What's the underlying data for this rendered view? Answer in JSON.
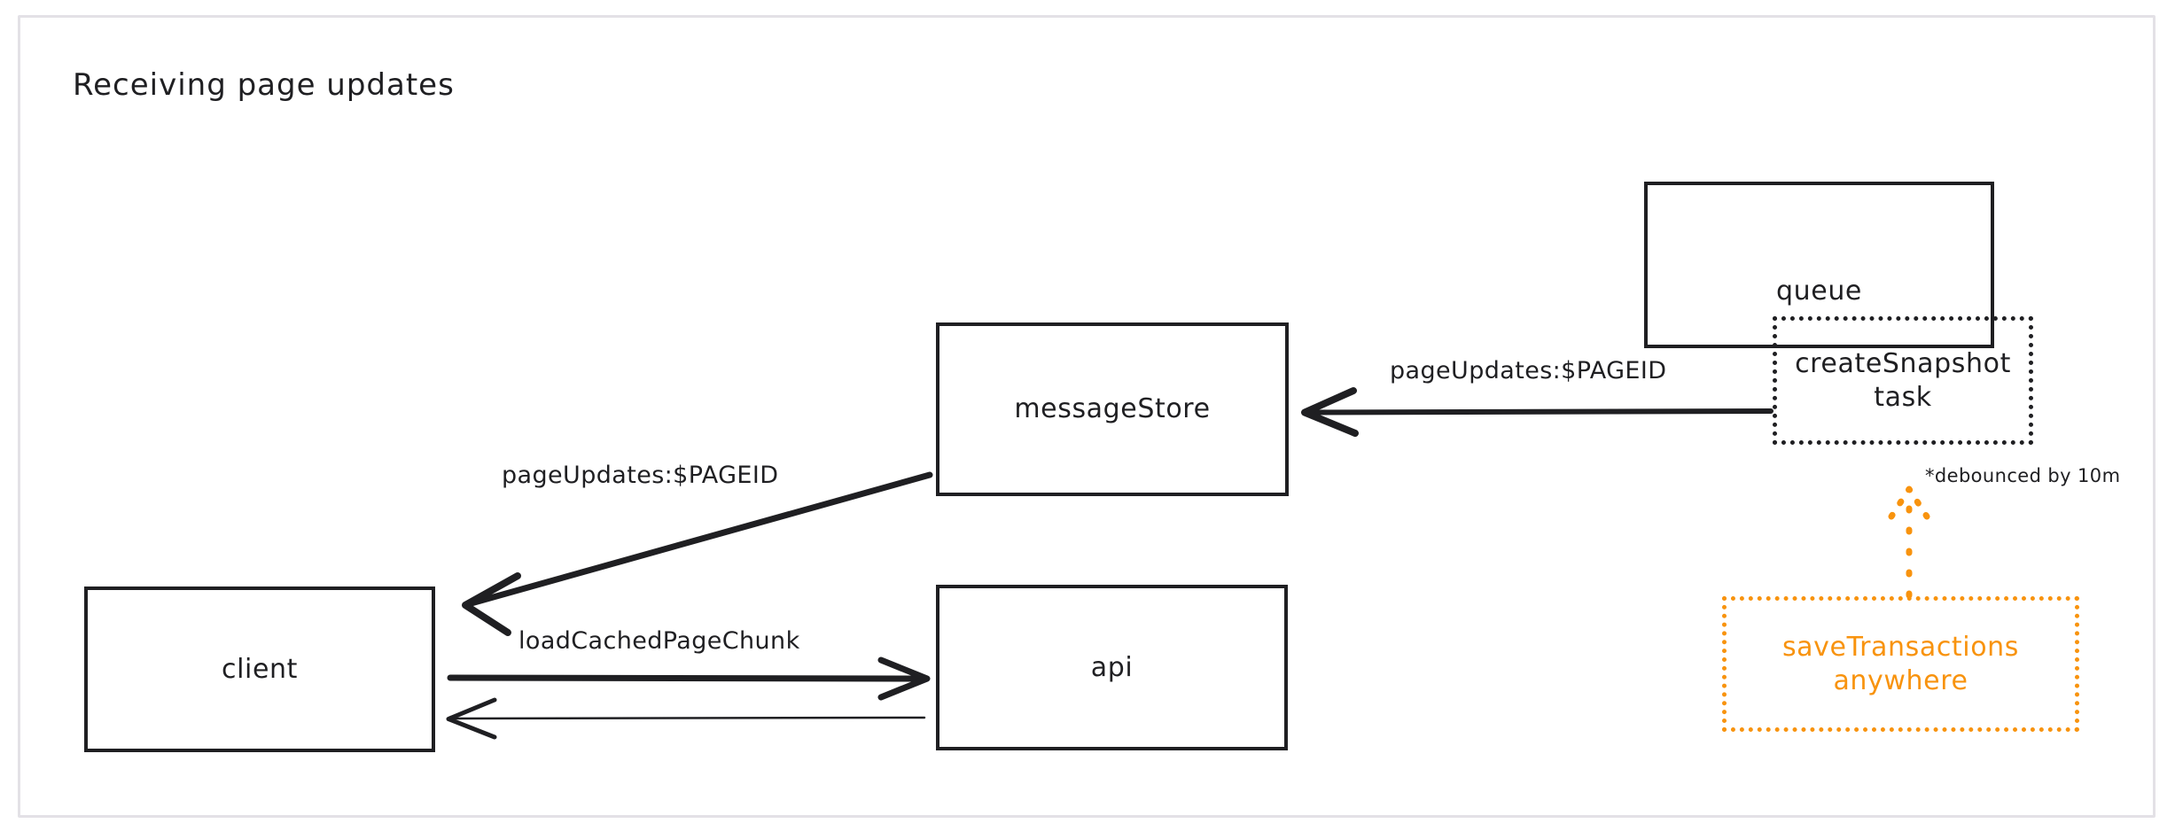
{
  "page": {
    "title": "Receiving page updates",
    "frame_color": "#e3e1e6",
    "ink_color": "#1f1f22",
    "accent_color": "#f8930e",
    "background": "#ffffff"
  },
  "nodes": {
    "queue": {
      "label": "queue",
      "style": "solid"
    },
    "snapshot": {
      "label": "createSnapshot task",
      "style": "dotted-dark"
    },
    "messagestore": {
      "label": "messageStore",
      "style": "solid"
    },
    "client": {
      "label": "client",
      "style": "solid"
    },
    "api": {
      "label": "api",
      "style": "solid"
    },
    "savetx": {
      "label": "saveTransactions anywhere",
      "style": "dotted-orange"
    }
  },
  "edges": {
    "snapshot_to_messagestore": {
      "label": "pageUpdates:$PAGEID"
    },
    "messagestore_to_client": {
      "label": "pageUpdates:$PAGEID"
    },
    "client_to_api": {
      "label": "loadCachedPageChunk"
    },
    "api_to_client": {
      "label": ""
    },
    "savetx_to_snapshot": {
      "label": ""
    }
  },
  "annotations": {
    "debounced": "*debounced by 10m"
  }
}
